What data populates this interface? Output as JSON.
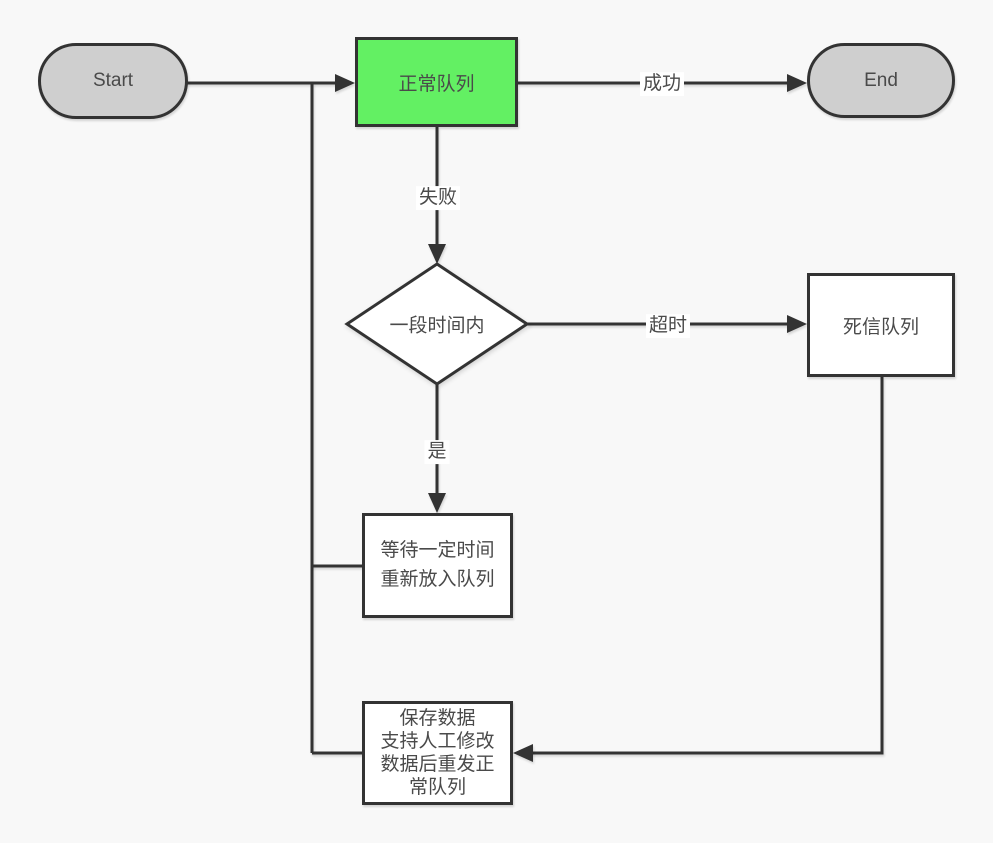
{
  "diagram": {
    "nodes": {
      "start": {
        "label": "Start"
      },
      "normal_queue": {
        "label": "正常队列"
      },
      "end": {
        "label": "End"
      },
      "decision": {
        "label": "一段时间内"
      },
      "dead_letter_queue": {
        "label": "死信队列"
      },
      "wait_requeue": {
        "lines": [
          "等待一定时间",
          "重新放入队列"
        ]
      },
      "save_data": {
        "lines": [
          "保存数据",
          "支持人工修改",
          "数据后重发正",
          "常队列"
        ]
      }
    },
    "edges": [
      {
        "from": "start",
        "to": "normal_queue",
        "label": ""
      },
      {
        "from": "normal_queue",
        "to": "end",
        "label": "成功"
      },
      {
        "from": "normal_queue",
        "to": "decision",
        "label": "失败"
      },
      {
        "from": "decision",
        "to": "dead_letter_queue",
        "label": "超时"
      },
      {
        "from": "decision",
        "to": "wait_requeue",
        "label": "是"
      },
      {
        "from": "wait_requeue",
        "to": "normal_queue",
        "label": ""
      },
      {
        "from": "dead_letter_queue",
        "to": "save_data",
        "label": ""
      },
      {
        "from": "save_data",
        "to": "normal_queue",
        "label": ""
      }
    ],
    "colors": {
      "background": "#f8f8f8",
      "line": "#333333",
      "node_border": "#333333",
      "terminator_fill": "#cfcfcf",
      "process_fill": "#ffffff",
      "process_highlight_fill": "#63F063",
      "text": "#4a4a4a"
    }
  }
}
